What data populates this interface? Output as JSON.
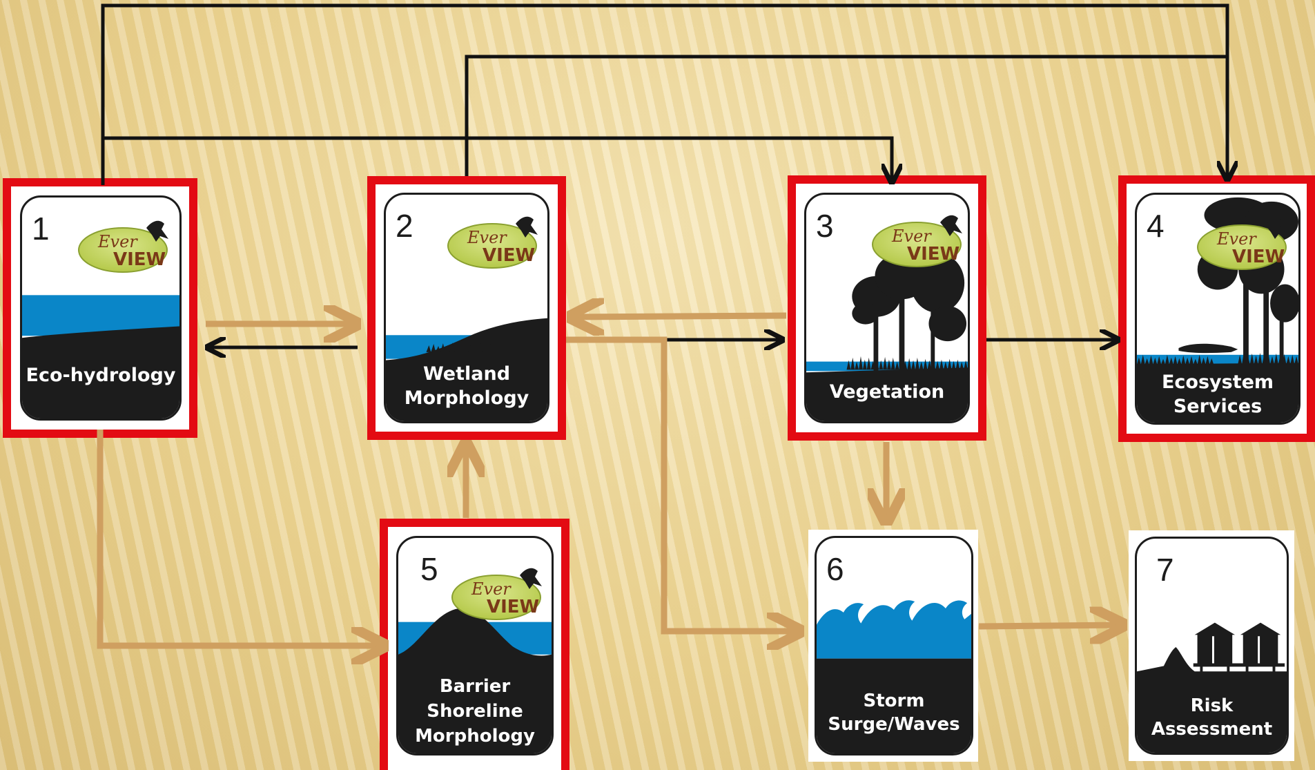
{
  "logo_text": {
    "line1": "Ever",
    "line2": "VIEW"
  },
  "cards": [
    {
      "id": "1",
      "number": "1",
      "label": [
        "Eco-hydrology"
      ],
      "has_logo": true,
      "highlighted": true
    },
    {
      "id": "2",
      "number": "2",
      "label": [
        "Wetland",
        "Morphology"
      ],
      "has_logo": true,
      "highlighted": true
    },
    {
      "id": "3",
      "number": "3",
      "label": [
        "Vegetation"
      ],
      "has_logo": true,
      "highlighted": true
    },
    {
      "id": "4",
      "number": "4",
      "label": [
        "Ecosystem",
        "Services"
      ],
      "has_logo": true,
      "highlighted": true
    },
    {
      "id": "5",
      "number": "5",
      "label": [
        "Barrier",
        "Shoreline",
        "Morphology"
      ],
      "has_logo": true,
      "highlighted": true
    },
    {
      "id": "6",
      "number": "6",
      "label": [
        "Storm",
        "Surge/Waves"
      ],
      "has_logo": false,
      "highlighted": false
    },
    {
      "id": "7",
      "number": "7",
      "label": [
        "Risk",
        "Assessment"
      ],
      "has_logo": false,
      "highlighted": false
    }
  ],
  "colors": {
    "highlight_frame": "#e30b13",
    "card_dark": "#1c1c1c",
    "water": "#0a86c8",
    "tan_arrow": "#cf9f60",
    "black_arrow": "#111111",
    "logo_green": "#b5c94a",
    "logo_text": "#7a3818"
  },
  "connections": [
    {
      "from": "1",
      "to": "2",
      "style": "tan"
    },
    {
      "from": "2",
      "to": "1",
      "style": "black"
    },
    {
      "from": "3",
      "to": "2",
      "style": "tan"
    },
    {
      "from": "2",
      "to": "3",
      "style": "black"
    },
    {
      "from": "3",
      "to": "4",
      "style": "black"
    },
    {
      "from": "1",
      "to": "3",
      "style": "black"
    },
    {
      "from": "1",
      "to": "4",
      "style": "black"
    },
    {
      "from": "2",
      "to": "4",
      "style": "black"
    },
    {
      "from": "1",
      "to": "5",
      "style": "tan"
    },
    {
      "from": "5",
      "to": "2",
      "style": "tan"
    },
    {
      "from": "2",
      "to": "6",
      "style": "tan"
    },
    {
      "from": "3",
      "to": "6",
      "style": "tan"
    },
    {
      "from": "6",
      "to": "7",
      "style": "tan"
    }
  ]
}
